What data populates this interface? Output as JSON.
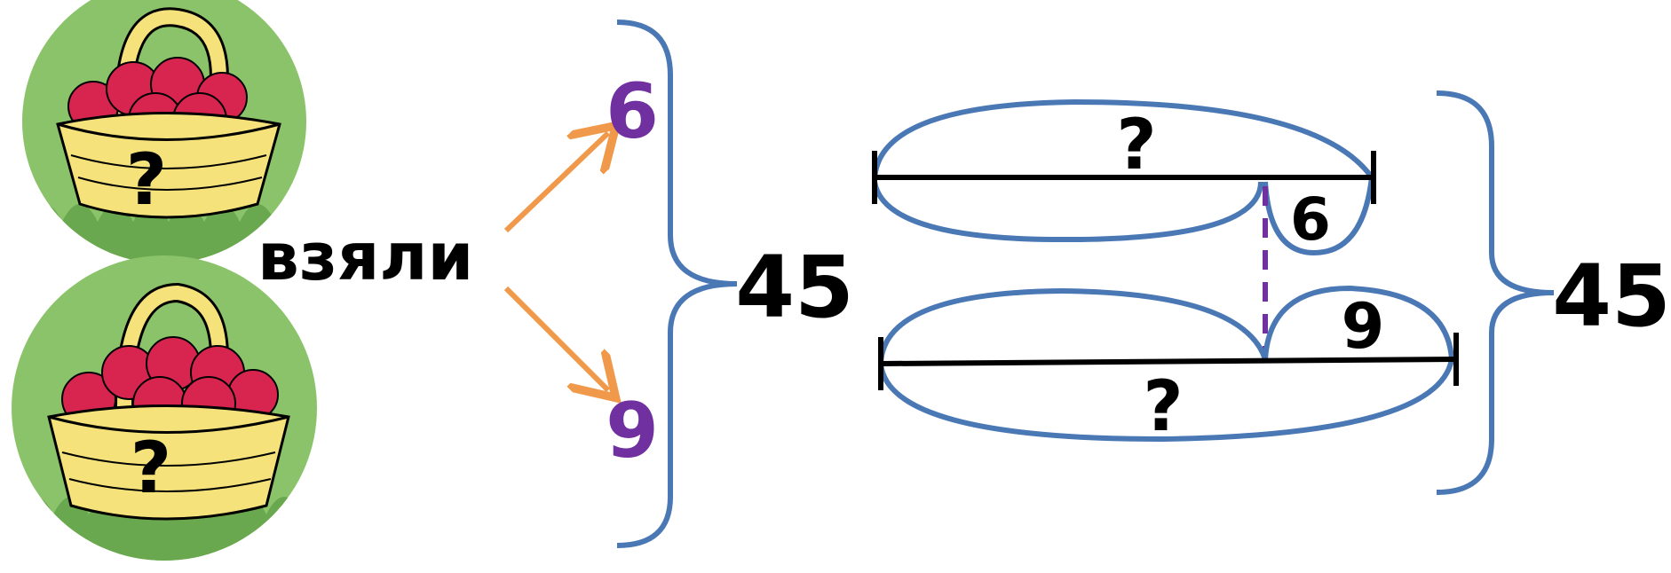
{
  "baskets": [
    {
      "question_mark": "?",
      "icon": "apple-basket-icon"
    },
    {
      "question_mark": "?",
      "icon": "apple-basket-icon"
    }
  ],
  "word_took": "взяли",
  "taken_from_first": "6",
  "taken_from_second": "9",
  "remaining_total": "45",
  "segment_diagram": {
    "top_whole_label": "?",
    "top_part_label": "6",
    "bottom_whole_label": "?",
    "bottom_part_label": "9",
    "total_label": "45"
  },
  "colors": {
    "bracket": "#4a78b5",
    "arrow": "#f0994a",
    "taken_number": "#7030a0",
    "dashed_line": "#7030a0",
    "text": "#000000",
    "grass": "#8bc36a",
    "basket": "#f5e27a",
    "apple": "#d8254f"
  }
}
